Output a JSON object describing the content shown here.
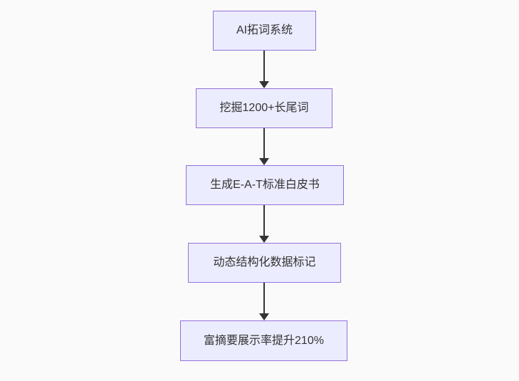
{
  "diagram": {
    "type": "flowchart",
    "direction": "top-down",
    "nodes": [
      {
        "id": "step-1",
        "label": "AI拓词系统"
      },
      {
        "id": "step-2",
        "label": "挖掘1200+长尾词"
      },
      {
        "id": "step-3",
        "label": "生成E-A-T标准白皮书"
      },
      {
        "id": "step-4",
        "label": "动态结构化数据标记"
      },
      {
        "id": "step-5",
        "label": "富摘要展示率提升210%"
      }
    ],
    "edges": [
      {
        "from": "step-1",
        "to": "step-2"
      },
      {
        "from": "step-2",
        "to": "step-3"
      },
      {
        "from": "step-3",
        "to": "step-4"
      },
      {
        "from": "step-4",
        "to": "step-5"
      }
    ],
    "colors": {
      "background": "#fafafa",
      "node_fill": "#ececff",
      "node_border": "#9370db",
      "arrow": "#333333",
      "text": "#333333"
    }
  }
}
